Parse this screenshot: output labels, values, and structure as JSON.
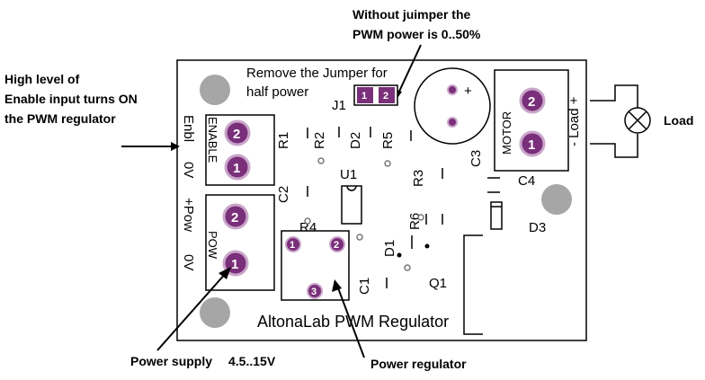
{
  "annotations": {
    "jumper_note_line1": "Without juimper the",
    "jumper_note_line2": "PWM power is 0..50%",
    "enable_note_line1": "High level of",
    "enable_note_line2": "Enable input turns ON",
    "enable_note_line3": "the PWM regulator",
    "load": "Load",
    "power_supply": "Power supply",
    "power_supply_range": "4.5..15V",
    "power_regulator": "Power regulator"
  },
  "board": {
    "remove_jumper_line1": "Remove the Jumper for",
    "remove_jumper_line2": "half power",
    "title": "AltonaLab PWM Regulator",
    "labels": {
      "j1": "J1",
      "enbl": "Enbl",
      "enable": "ENABLE",
      "zero_v": "0V",
      "pow_plus": "+Pow",
      "pow": "POW",
      "motor": "MOTOR",
      "load_minus": "- Load +",
      "r1": "R1",
      "r2": "R2",
      "d2": "D2",
      "r5": "R5",
      "c3": "C3",
      "c4": "C4",
      "u1": "U1",
      "c2": "C2",
      "r3": "R3",
      "r4": "R4",
      "r6": "R6",
      "d1": "D1",
      "d3": "D3",
      "q1": "Q1",
      "c1": "C1"
    },
    "pads": {
      "j1_left": "1",
      "j1_right": "2",
      "enable_top": "2",
      "enable_bottom": "1",
      "pow_top": "2",
      "pow_bottom": "1",
      "motor_top": "2",
      "motor_bottom": "1",
      "r4_left": "1",
      "r4_right": "2",
      "r4_bottom": "3",
      "c3_plus": "+"
    }
  },
  "colors": {
    "pad": "#7a2f7a",
    "pad_ring": "#c9a6c9",
    "mount_hole": "#a6a6a6",
    "board_bg": "#ffffff",
    "outline": "#000000"
  }
}
